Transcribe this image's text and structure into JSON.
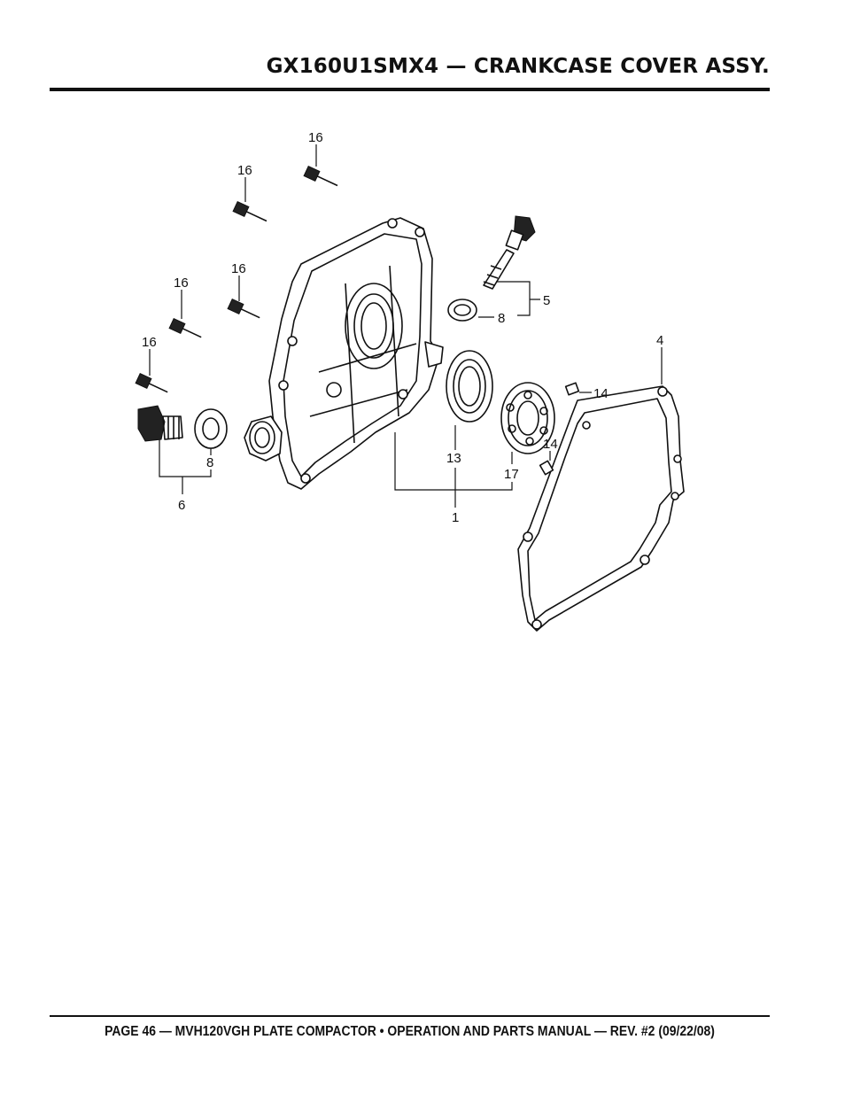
{
  "header": {
    "title": "GX160U1SMX4 — CRANKCASE COVER ASSY."
  },
  "footer": {
    "text": "PAGE 46 — MVH120VGH PLATE COMPACTOR • OPERATION AND PARTS MANUAL — REV. #2 (09/22/08)"
  },
  "callouts": [
    "16",
    "16",
    "16",
    "16",
    "16",
    "5",
    "8",
    "4",
    "14",
    "14",
    "13",
    "17",
    "1",
    "8",
    "6"
  ]
}
